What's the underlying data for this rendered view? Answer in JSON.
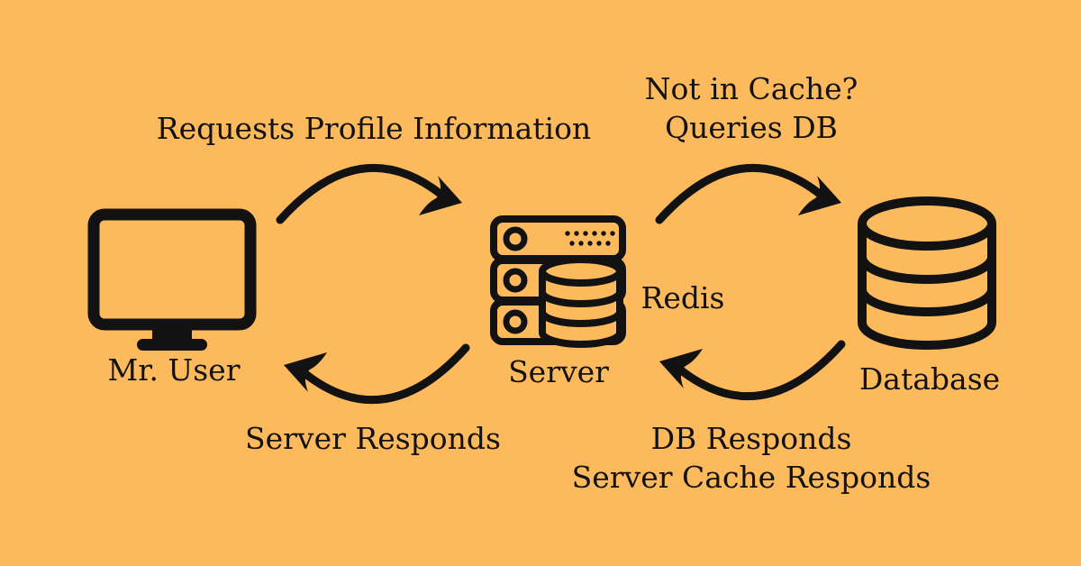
{
  "palette": {
    "background": "#FCBA5C",
    "ink": "#121212"
  },
  "nodes": {
    "user": {
      "label": "Mr. User",
      "icon": "monitor-icon"
    },
    "server": {
      "label": "Server",
      "icon": "server-icon",
      "cache_label": "Redis",
      "cache_icon": "redis-cylinder-icon"
    },
    "database": {
      "label": "Database",
      "icon": "database-icon"
    }
  },
  "edges": {
    "user_to_server": {
      "label": "Requests Profile Information",
      "direction": "right"
    },
    "server_to_database": {
      "line1": "Not in Cache?",
      "line2": "Queries DB",
      "direction": "right"
    },
    "server_to_user": {
      "label": "Server Responds",
      "direction": "left"
    },
    "database_to_server": {
      "line1": "DB Responds",
      "line2": "Server Cache Responds",
      "direction": "left"
    }
  }
}
